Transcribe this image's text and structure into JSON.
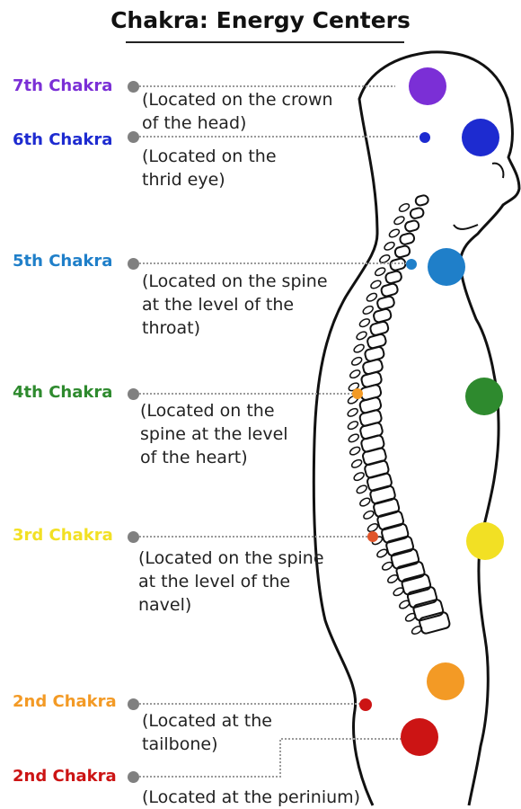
{
  "title": "Chakra: Energy Centers",
  "colors": {
    "crown": "#7b2fd6",
    "third_eye": "#1d2bd0",
    "throat": "#1f7fc9",
    "heart": "#2e8a2e",
    "solar": "#f2e024",
    "sacral": "#f39a25",
    "root": "#cc1414",
    "leader": "#9a9a9a",
    "leader_dot": "#808080",
    "outline": "#111111"
  },
  "chakras": [
    {
      "label": "7th Chakra",
      "color": "#7b2fd6",
      "description": "(Located on the crown\nof the head)"
    },
    {
      "label": "6th Chakra",
      "color": "#1d2bd0",
      "description": "(Located on the\nthrid eye)"
    },
    {
      "label": "5th Chakra",
      "color": "#1f7fc9",
      "description": "(Located on the spine\nat the level of the\nthroat)"
    },
    {
      "label": "4th Chakra",
      "color": "#2e8a2e",
      "description": "(Located on the\nspine at the level\nof the heart)"
    },
    {
      "label": "3rd Chakra",
      "color": "#f2e024",
      "description": "(Located on the spine\nat the level of the\nnavel)"
    },
    {
      "label": "2nd Chakra",
      "color": "#f39a25",
      "description": "(Located at the\ntailbone)"
    },
    {
      "label": "2nd Chakra",
      "color": "#cc1414",
      "description": "(Located at the perinium)"
    }
  ]
}
